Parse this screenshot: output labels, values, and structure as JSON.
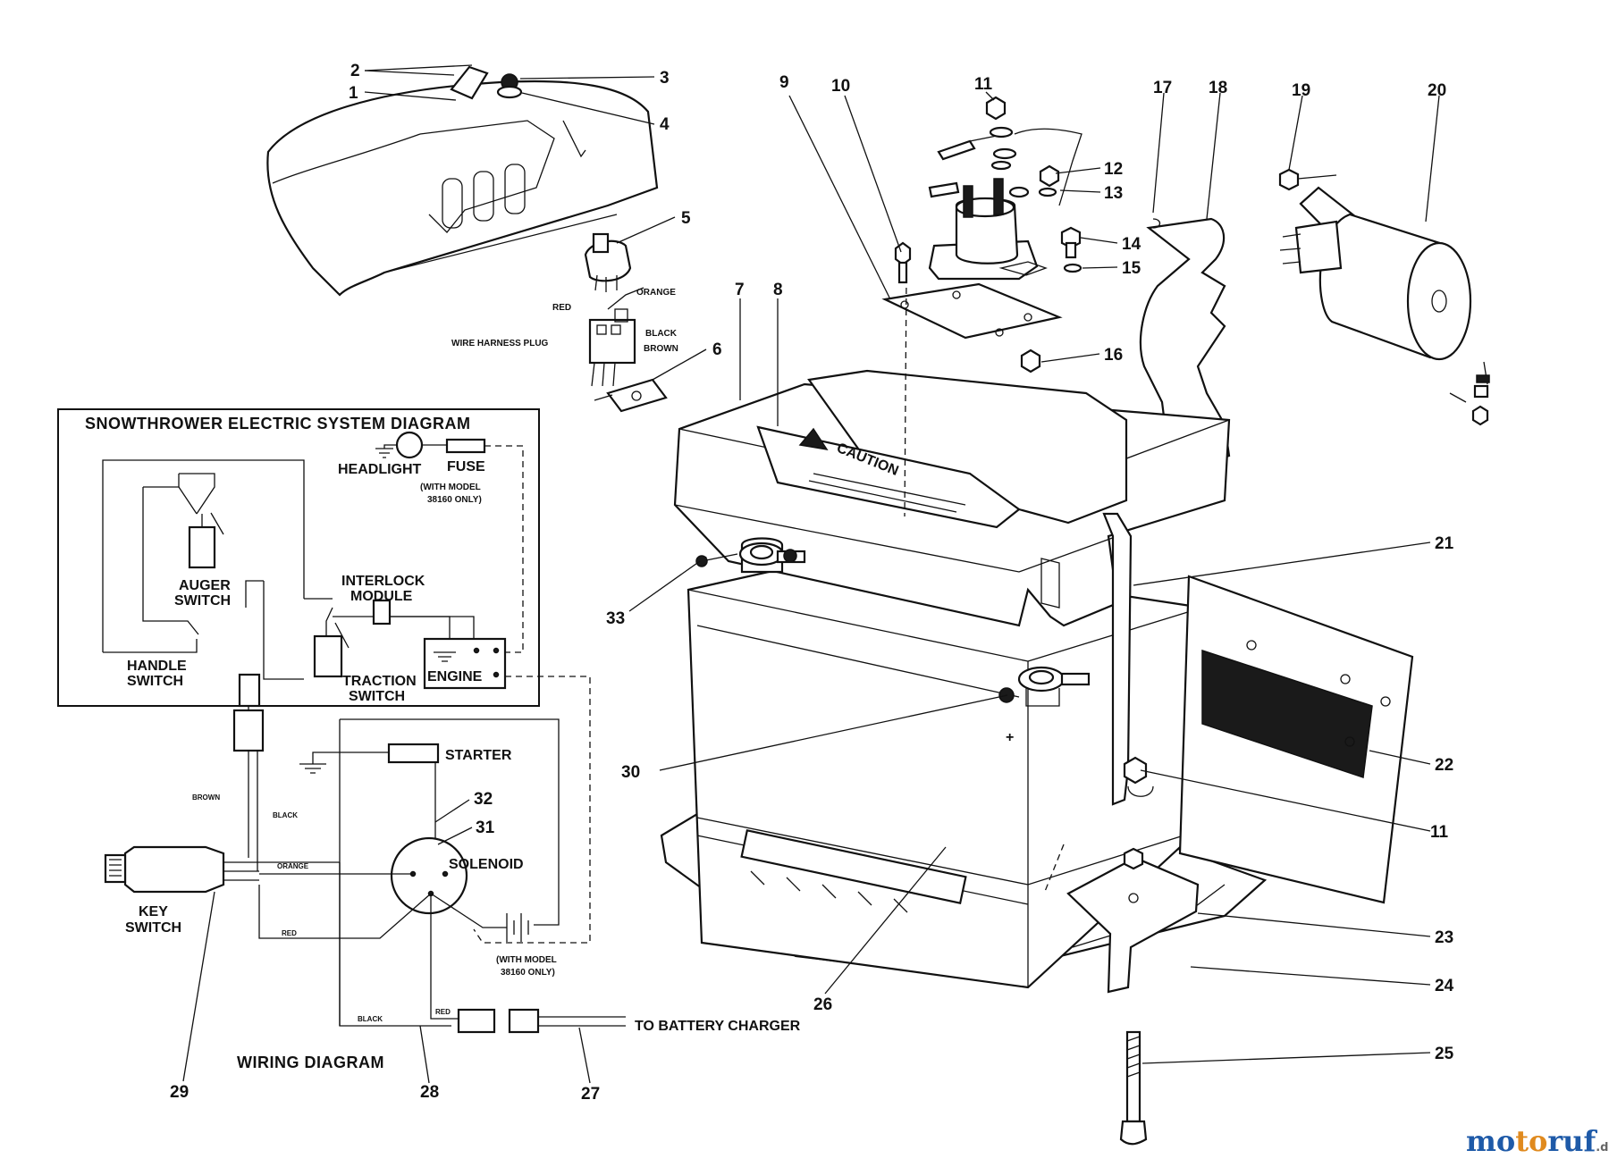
{
  "electric_box": {
    "title": "SNOWTHROWER ELECTRIC SYSTEM DIAGRAM",
    "headlight": "HEADLIGHT",
    "fuse": "FUSE",
    "fuse_note_1": "(WITH MODEL",
    "fuse_note_2": "38160 ONLY)",
    "auger_1": "AUGER",
    "auger_2": "SWITCH",
    "interlock_1": "INTERLOCK",
    "interlock_2": "MODULE",
    "handle_1": "HANDLE",
    "handle_2": "SWITCH",
    "traction_1": "TRACTION",
    "traction_2": "SWITCH",
    "engine": "ENGINE"
  },
  "wiring": {
    "title": "WIRING DIAGRAM",
    "starter": "STARTER",
    "solenoid": "SOLENOID",
    "battery_note_1": "(WITH MODEL",
    "battery_note_2": "38160 ONLY)",
    "key_1": "KEY",
    "key_2": "SWITCH",
    "to_charger": "TO BATTERY CHARGER",
    "wire_brown": "BROWN",
    "wire_black_upper": "BLACK",
    "wire_orange": "ORANGE",
    "wire_red_lower": "RED",
    "wire_black_lower": "BLACK",
    "wire_red_charger": "RED"
  },
  "harness": {
    "red": "RED",
    "orange": "ORANGE",
    "black": "BLACK",
    "brown": "BROWN",
    "plug": "WIRE HARNESS PLUG"
  },
  "battery": {
    "caution": "CAUTION",
    "plus": "+"
  },
  "callouts": {
    "c1": "1",
    "c2": "2",
    "c3": "3",
    "c4": "4",
    "c5": "5",
    "c6": "6",
    "c7": "7",
    "c8": "8",
    "c9": "9",
    "c10": "10",
    "c11a": "11",
    "c11b": "11",
    "c12": "12",
    "c13": "13",
    "c14": "14",
    "c15": "15",
    "c16": "16",
    "c17": "17",
    "c18": "18",
    "c19": "19",
    "c20": "20",
    "c21": "21",
    "c22": "22",
    "c23": "23",
    "c24": "24",
    "c25": "25",
    "c26": "26",
    "c27": "27",
    "c28": "28",
    "c29": "29",
    "c30": "30",
    "c31": "31",
    "c32": "32",
    "c33": "33"
  },
  "watermark": {
    "a": "mo",
    "b": "to",
    "c": "ruf",
    "d": ".de"
  }
}
